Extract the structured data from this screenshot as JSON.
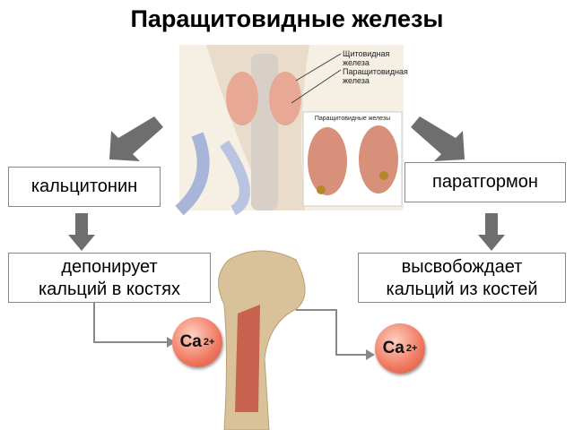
{
  "title": "Паращитовидные железы",
  "left_box": "кальцитонин",
  "right_box": "паратгормон",
  "left_effect": [
    "депонирует",
    "кальций в костях"
  ],
  "right_effect": [
    "высвобождает",
    "кальций из костей"
  ],
  "ion_left": {
    "symbol": "Ca",
    "charge": "2+"
  },
  "ion_right": {
    "symbol": "Ca",
    "charge": "2+"
  },
  "anatomy": {
    "thyroid_label": "Щитовидная железа",
    "parathyroid_label": "Паращитовидная железа",
    "inset_label": "Паращитовидные железы"
  },
  "colors": {
    "arrow": "#6e6e6e",
    "ion": "#f07860",
    "bone": "#d9c29a"
  }
}
